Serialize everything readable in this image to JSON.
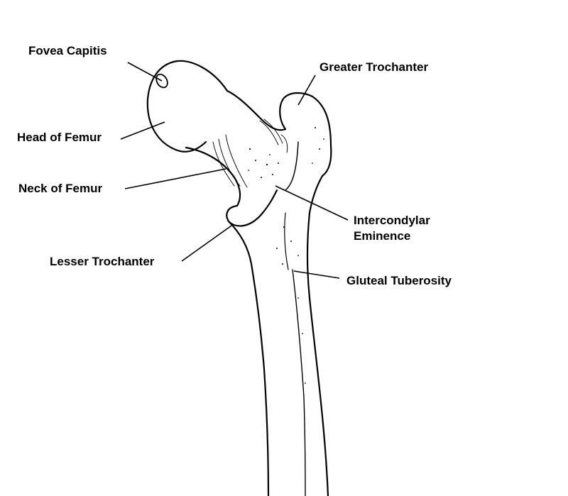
{
  "labels": {
    "fovea_capitis": "Fovea Capitis",
    "head_of_femur": "Head of Femur",
    "neck_of_femur": "Neck of Femur",
    "lesser_trochanter": "Lesser Trochanter",
    "greater_trochanter": "Greater Trochanter",
    "intercondylar_line1": "Intercondylar",
    "intercondylar_line2": "Eminence",
    "gluteal_tuberosity": "Gluteal Tuberosity"
  },
  "colors": {
    "ink": "#000000",
    "bone": "#ffffff",
    "background": "#ffffff"
  }
}
